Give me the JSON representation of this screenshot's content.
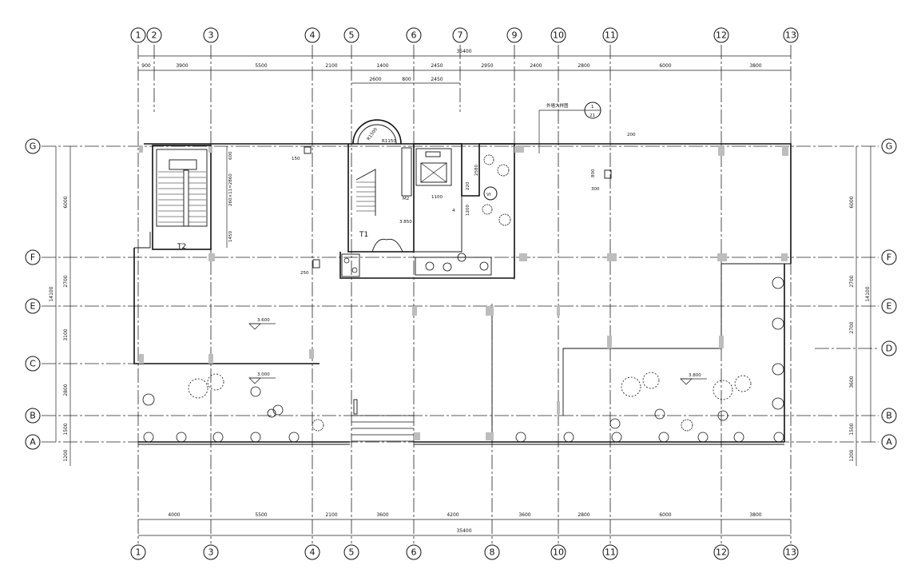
{
  "axes": {
    "top": [
      "1",
      "2",
      "3",
      "4",
      "5",
      "6",
      "7",
      "9",
      "10",
      "11",
      "12",
      "13"
    ],
    "bottom": [
      "1",
      "3",
      "4",
      "5",
      "6",
      "8",
      "10",
      "11",
      "12",
      "13"
    ],
    "left": [
      "G",
      "F",
      "E",
      "C",
      "B",
      "A"
    ],
    "right": [
      "G",
      "F",
      "E",
      "D",
      "B",
      "A"
    ]
  },
  "dimensions": {
    "top_total": "35400",
    "top_segments": [
      "900",
      "3900",
      "5500",
      "2100",
      "1400",
      "2450",
      "2950",
      "2400",
      "2800",
      "6000",
      "3800"
    ],
    "top_sub": [
      "2600",
      "800",
      "2450"
    ],
    "bottom_total": "35400",
    "bottom_segments": [
      "4000",
      "5500",
      "2100",
      "3600",
      "4200",
      "3600",
      "2800",
      "6000",
      "3800"
    ],
    "left_total": "14100",
    "left_segments": [
      "6000",
      "2700",
      "3100",
      "2800",
      "1500",
      "1200"
    ],
    "right_total": "14100",
    "right_segments": [
      "6000",
      "2700",
      "2700",
      "3600",
      "1500",
      "1200"
    ]
  },
  "labels": {
    "stair_t1": "T1",
    "stair_t2": "T2",
    "elev_1": "3.850",
    "elev_2": "3.600",
    "elev_3": "3.000",
    "elev_4": "3.800",
    "detail_ref": "外墙大样图",
    "detail_num": "1",
    "detail_sheet": "21",
    "room_tag": "VI"
  },
  "notes": {
    "stair_dims_1": "600",
    "stair_dims_2": "260×11=2860",
    "stair_dims_3": "1450",
    "arc_r1": "R1150",
    "arc_r2": "R1500",
    "door_w": "1100",
    "wall_t": "200",
    "dim_a": "2580",
    "dim_b": "220",
    "dim_c": "1200",
    "dim_d": "800",
    "dim_e": "300",
    "dim_f": "250",
    "dim_g": "150",
    "dim_h": "4",
    "dim_i": "M2"
  }
}
